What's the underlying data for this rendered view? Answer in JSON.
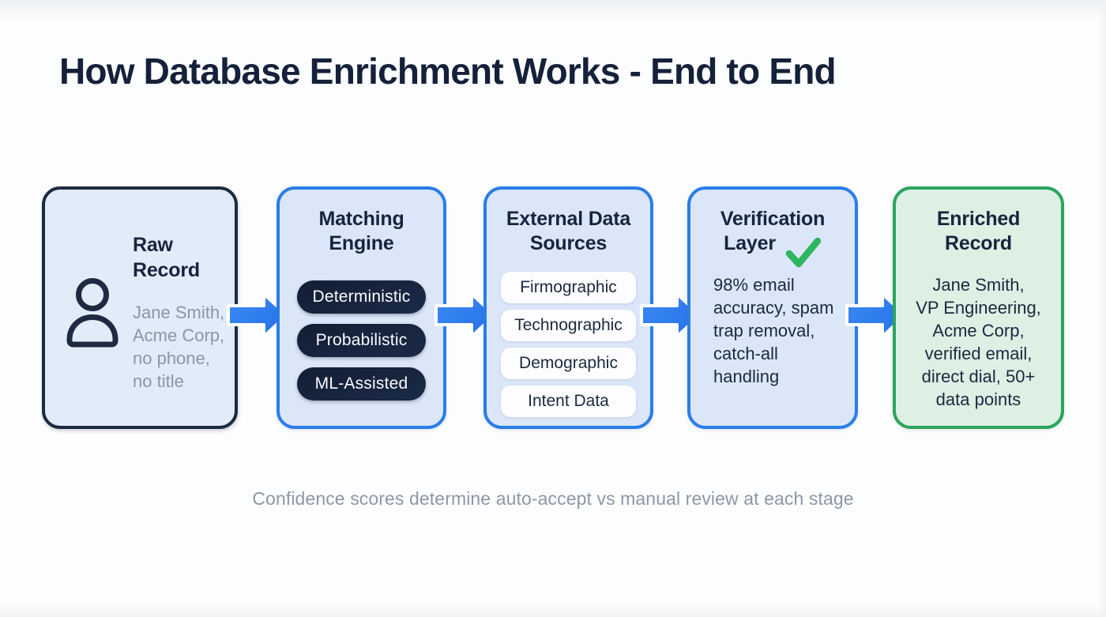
{
  "title": "How Database Enrichment Works - End to End",
  "caption": "Confidence scores determine auto-accept vs manual review at each stage",
  "colors": {
    "title_navy": "#15213a",
    "card_navy_border": "#1d2b42",
    "card_blue_border": "#2b7dea",
    "card_blue_bg": "#dbe7f8",
    "card_raw_bg": "#e2ebf8",
    "card_green_border": "#2ba55c",
    "card_green_bg": "#dcf0e4",
    "pill_dark_bg": "#16233a",
    "pill_light_bg": "#fdfdff",
    "arrow_blue": "#2e7ff2",
    "check_green": "#2eb55f",
    "muted_gray_text": "#8d96a6",
    "caption_gray": "#8f97a6"
  },
  "icons": {
    "person": "person-icon",
    "check": "check-icon",
    "arrow": "flow-arrow-icon"
  },
  "stages": [
    {
      "name": "raw-record",
      "title_lines": [
        "Raw",
        "Record"
      ],
      "body_lines": [
        "Jane Smith,",
        "Acme Corp,",
        "no phone,",
        "no title"
      ]
    },
    {
      "name": "matching-engine",
      "title_lines": [
        "Matching",
        "Engine"
      ],
      "pills": [
        "Deterministic",
        "Probabilistic",
        "ML-Assisted"
      ]
    },
    {
      "name": "external-data-sources",
      "title_lines": [
        "External Data",
        "Sources"
      ],
      "pills": [
        "Firmographic",
        "Technographic",
        "Demographic",
        "Intent Data"
      ]
    },
    {
      "name": "verification-layer",
      "title_lines": [
        "Verification",
        "Layer"
      ],
      "body_lines": [
        "98% email",
        "accuracy, spam",
        "trap removal,",
        "catch-all",
        "handling"
      ]
    },
    {
      "name": "enriched-record",
      "title_lines": [
        "Enriched",
        "Record"
      ],
      "body_lines": [
        "Jane Smith,",
        "VP Engineering,",
        "Acme Corp,",
        "verified email,",
        "direct dial, 50+",
        "data points"
      ]
    }
  ]
}
